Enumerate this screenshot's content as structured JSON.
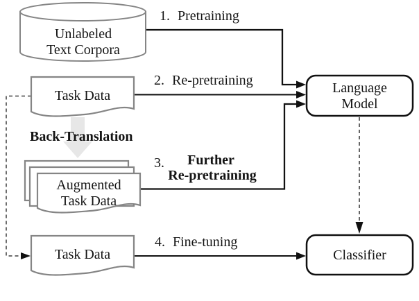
{
  "diagram": {
    "nodes": {
      "unlabeled_text_corpora": {
        "shape": "cylinder",
        "label_lines": [
          "Unlabeled",
          "Text Corpora"
        ]
      },
      "task_data_top": {
        "shape": "document",
        "label": "Task Data"
      },
      "augmented_task_data": {
        "shape": "document-stack",
        "label_lines": [
          "Augmented",
          "Task Data"
        ]
      },
      "task_data_bottom": {
        "shape": "document",
        "label": "Task Data"
      },
      "language_model": {
        "shape": "rounded-box",
        "label_lines": [
          "Language",
          "Model"
        ]
      },
      "classifier": {
        "shape": "rounded-box",
        "label": "Classifier"
      }
    },
    "process_arrow": {
      "label": "Back-Translation"
    },
    "steps": [
      {
        "number": "1.",
        "label": "Pretraining",
        "emphasis": false,
        "from": "unlabeled_text_corpora",
        "to": "language_model",
        "line_style": "solid"
      },
      {
        "number": "2.",
        "label": "Re-pretraining",
        "emphasis": false,
        "from": "task_data_top",
        "to": "language_model",
        "line_style": "solid"
      },
      {
        "number": "3.",
        "label_lines": [
          "Further",
          "Re-pretraining"
        ],
        "emphasis": true,
        "from": "augmented_task_data",
        "to": "language_model",
        "line_style": "solid"
      },
      {
        "number": "4.",
        "label": "Fine-tuning",
        "emphasis": false,
        "from": "task_data_bottom",
        "to": "classifier",
        "line_style": "solid"
      }
    ],
    "dashed_edges": [
      {
        "from": "language_model",
        "to": "classifier"
      },
      {
        "from": "task_data_top",
        "to": "task_data_bottom"
      }
    ],
    "colors": {
      "connector_line": "#111111",
      "box_outline": "#111111",
      "gray_shape_outline": "#858585",
      "dashed_line": "#4d4d4d",
      "soft_arrow_fill": "#e7e7e7",
      "text": "#141414",
      "background": "#ffffff"
    }
  }
}
